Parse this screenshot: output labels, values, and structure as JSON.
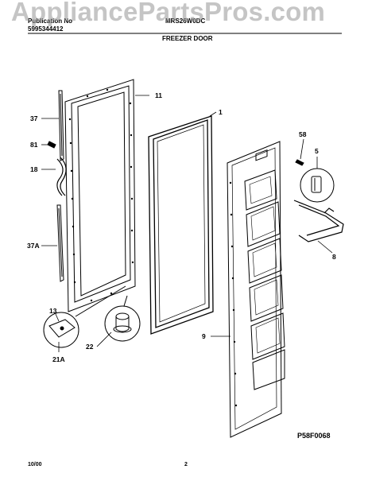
{
  "header": {
    "publication_label": "Publication No",
    "publication_number": "5995344412",
    "model": "MRS26W0DC",
    "section_title": "FREEZER DOOR"
  },
  "watermark": "AppliancePartsPros.com",
  "part_labels": {
    "p1": "1",
    "p5": "5",
    "p8": "8",
    "p9": "9",
    "p11": "11",
    "p13": "13",
    "p18": "18",
    "p21a": "21A",
    "p22": "22",
    "p37": "37",
    "p37a": "37A",
    "p58": "58",
    "p81": "81"
  },
  "footer": {
    "drawing_code": "P58F0068",
    "date": "10/00",
    "page": "2"
  },
  "colors": {
    "line": "#000000",
    "watermark": "#969696"
  }
}
